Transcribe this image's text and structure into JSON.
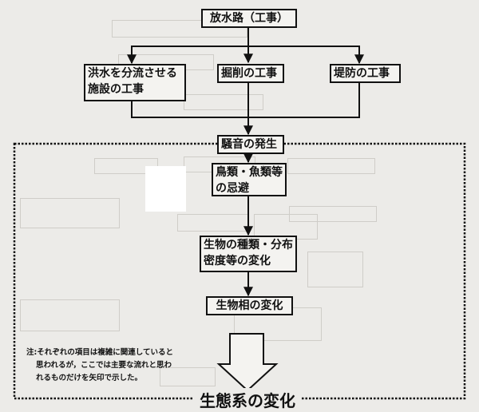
{
  "title": "放水路（工事）",
  "construction": {
    "diversion": "洪水を分流させる施設の工事",
    "diversion_line1": "洪水を分流させる",
    "diversion_line2": "施設の工事",
    "excavation": "掘削の工事",
    "levee": "堤防の工事"
  },
  "chain": {
    "noise": "騒音の発生",
    "avoid_line1": "鳥類・魚類等",
    "avoid_line2": "の忌避",
    "species_line1": "生物の種類・分布",
    "species_line2": "密度等の変化",
    "biota": "生物相の変化"
  },
  "note": {
    "line1": "注:それぞれの項目は複雑に関連していると",
    "line2": "思われるが，ここでは主要な流れと思わ",
    "line3": "れるものだけを矢印で示した。"
  },
  "result": "生態系の変化"
}
